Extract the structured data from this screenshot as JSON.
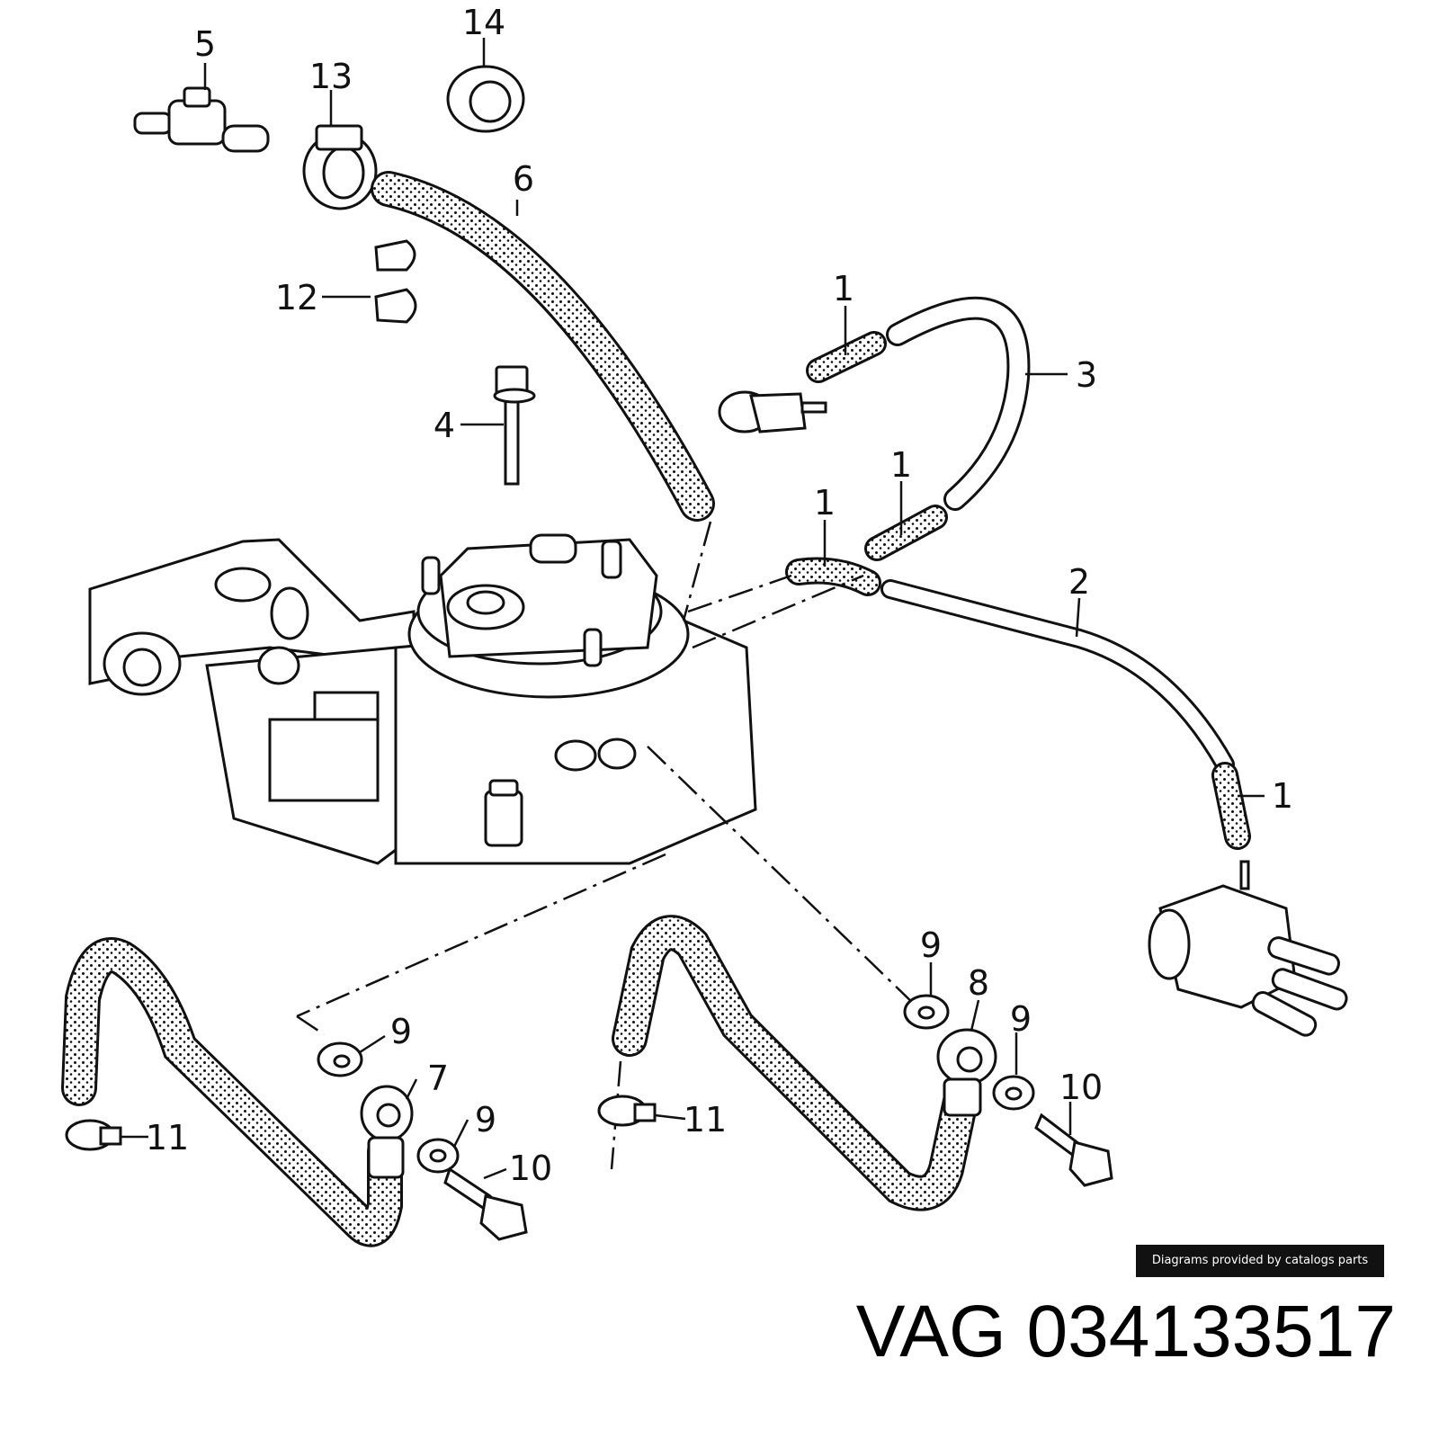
{
  "callouts": {
    "c1a": "1",
    "c1b": "1",
    "c1c": "1",
    "c1d": "1",
    "c2": "2",
    "c3": "3",
    "c4": "4",
    "c5": "5",
    "c6": "6",
    "c7": "7",
    "c8": "8",
    "c9a": "9",
    "c9b": "9",
    "c9c": "9",
    "c9d": "9",
    "c10a": "10",
    "c10b": "10",
    "c11a": "11",
    "c11b": "11",
    "c12": "12",
    "c13": "13",
    "c14": "14"
  },
  "credit": "Diagrams provided by catalogs parts",
  "part_number": "VAG 034133517"
}
